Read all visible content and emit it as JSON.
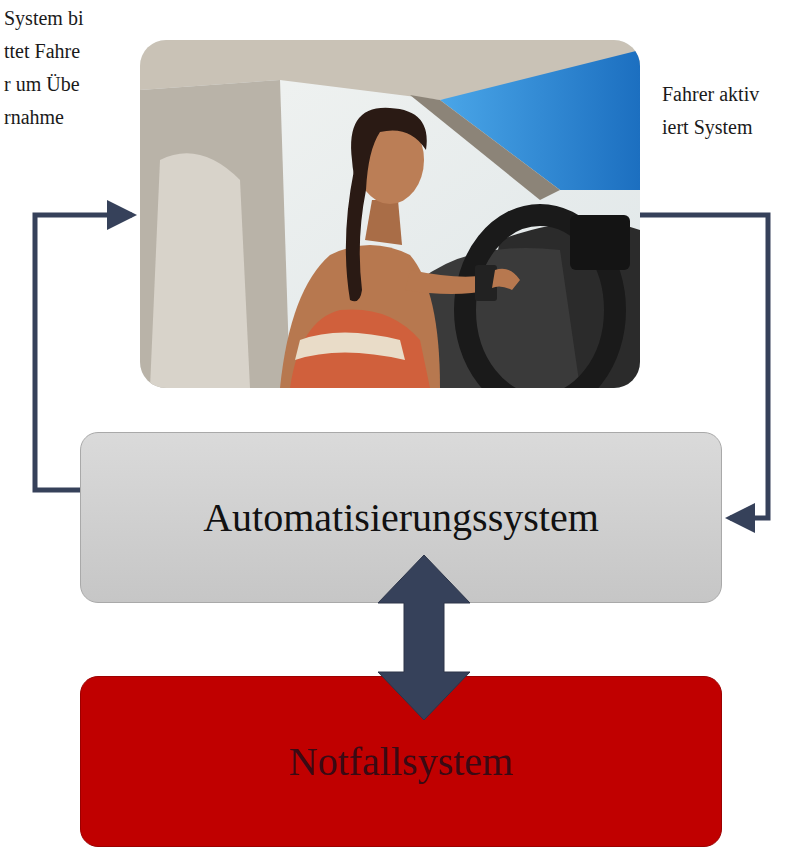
{
  "diagram": {
    "nodes": [
      {
        "text": [
          "Automatisierungssystem"
        ]
      },
      {
        "text": [
          "Notfallsystem"
        ]
      }
    ],
    "edges": [
      {
        "from": 0,
        "to": 1,
        "arrow": "both"
      }
    ],
    "labels": [
      "System bittet Fahrer um Übernahme",
      "Fahrer aktiviert System"
    ]
  }
}
